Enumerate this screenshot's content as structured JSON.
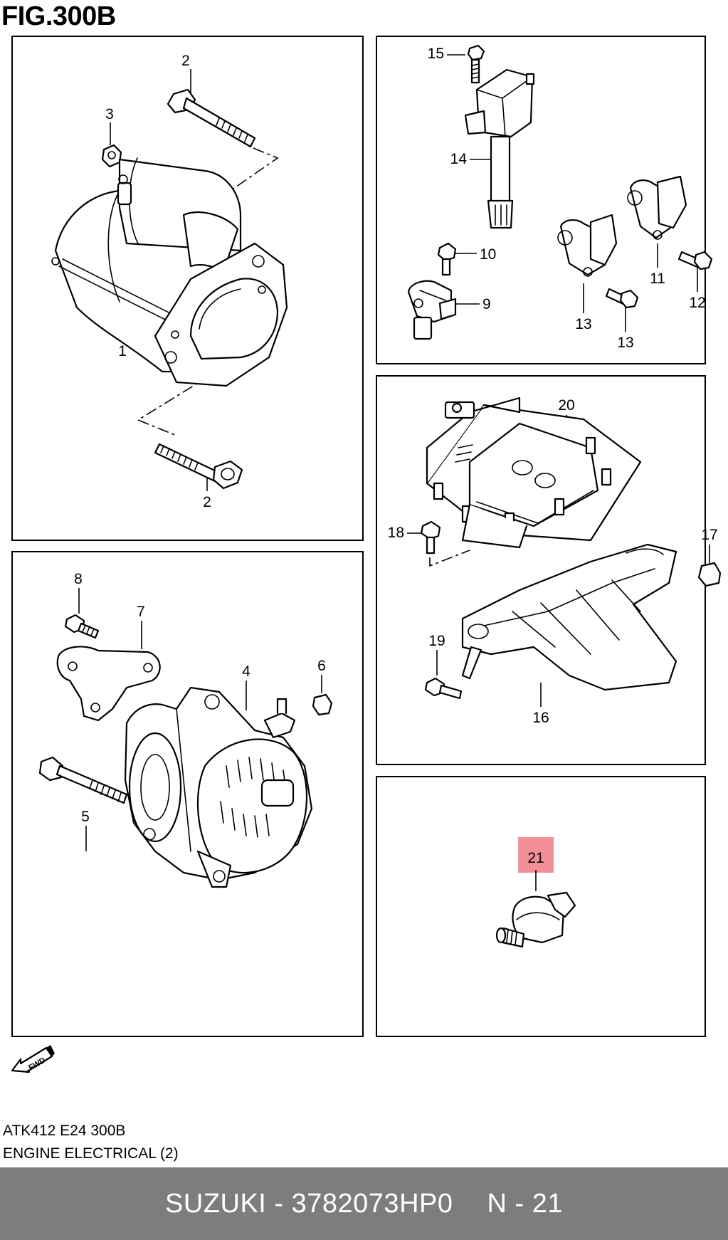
{
  "figure": {
    "title": "FIG.300B"
  },
  "panels": {
    "starter": {
      "callouts": [
        "1",
        "2",
        "2",
        "3"
      ]
    },
    "sensors": {
      "callouts": [
        "9",
        "10",
        "11",
        "12",
        "13",
        "13",
        "14",
        "15"
      ]
    },
    "ecu": {
      "callouts": [
        "16",
        "17",
        "18",
        "19",
        "20"
      ]
    },
    "alternator": {
      "callouts": [
        "4",
        "5",
        "6",
        "7",
        "8"
      ]
    },
    "switch": {
      "callouts": [
        "21"
      ],
      "highlight_color": "#f48f97"
    }
  },
  "fwd_label": "FWD",
  "model_code": "ATK412 E24 300B",
  "section_title": "ENGINE ELECTRICAL (2)",
  "footer": {
    "part_line": "SUZUKI - 3782073HP0",
    "ref": "N - 21",
    "background": "#7d7d7d"
  }
}
